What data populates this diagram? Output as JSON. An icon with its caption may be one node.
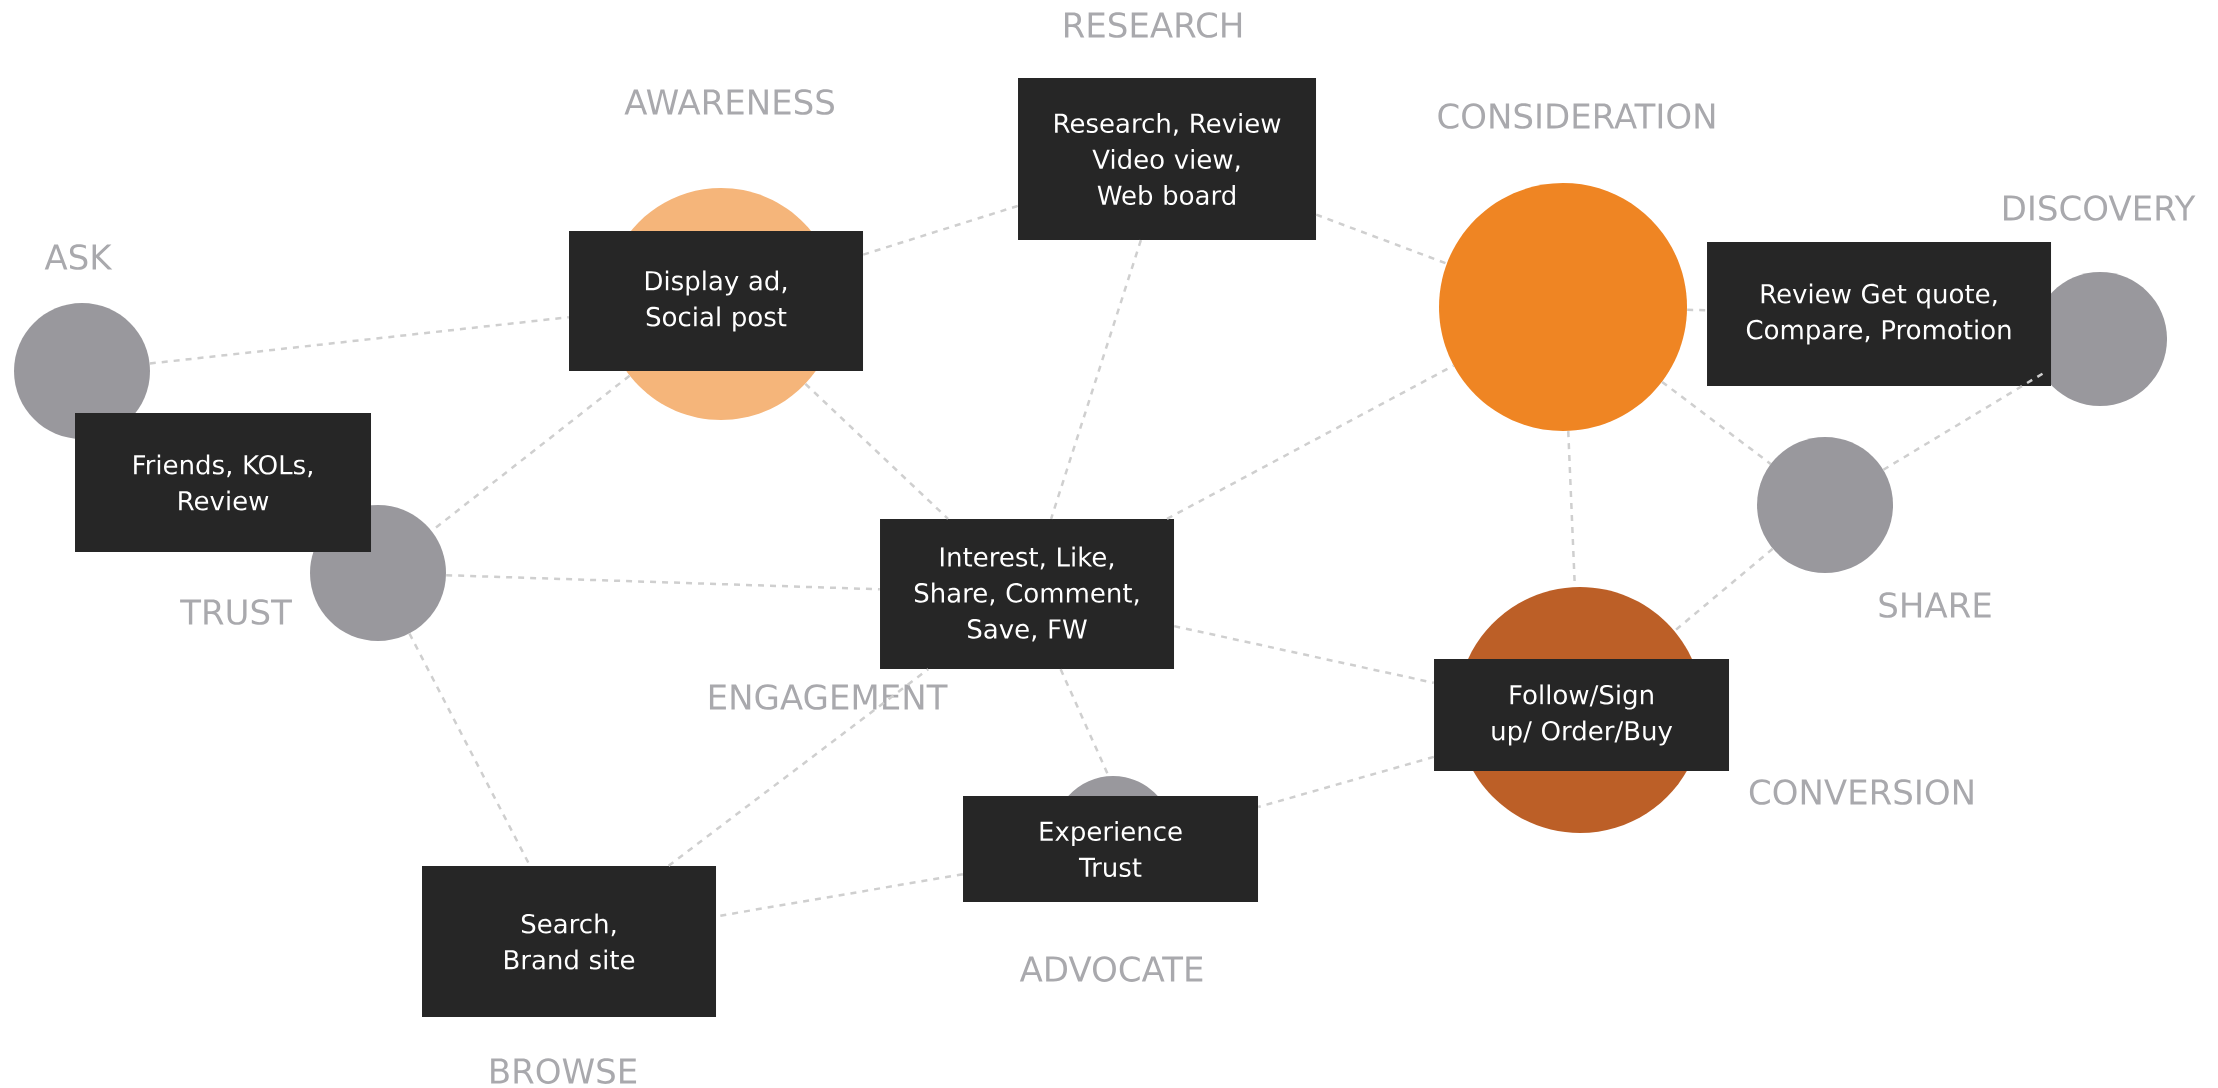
{
  "diagram": {
    "nodes": [
      {
        "text": [
          "RESEARCH",
          "Research, Review Video view, Web board"
        ]
      },
      {
        "text": [
          "AWARENESS"
        ]
      },
      {
        "text": [
          "CONSIDERATION"
        ]
      },
      {
        "text": [
          "DISCOVERY"
        ]
      },
      {
        "text": [
          "ASK"
        ]
      },
      {
        "text": [
          "Display ad, Social post"
        ]
      },
      {
        "text": [
          "Review Get quote, Compare, Promotion"
        ]
      },
      {
        "text": [
          "Friends, KOLs, Review"
        ]
      },
      {
        "text": [
          "SHARE"
        ]
      },
      {
        "text": [
          "TRUST"
        ]
      },
      {
        "text": [
          "Interest, Like, Share, Comment, Save, FW",
          "ENGAGEMENT"
        ]
      },
      {
        "text": [
          "Follow/Sign up/ Order/Buy"
        ]
      },
      {
        "text": [
          "CONVERSION"
        ]
      },
      {
        "text": [
          "Experience Trust",
          "ADVOCATE"
        ]
      },
      {
        "text": [],
        "shape": "circle"
      },
      {
        "text": [
          "Search, Brand site",
          "BROWSE"
        ]
      }
    ],
    "edges": [
      {
        "from": 4,
        "to": 5,
        "arrow": "none",
        "style": "dashed"
      },
      {
        "from": 5,
        "to": 0,
        "arrow": "none",
        "style": "dashed"
      },
      {
        "from": 0,
        "to": 2,
        "arrow": "none",
        "style": "dashed"
      },
      {
        "from": 0,
        "to": 10,
        "arrow": "none",
        "style": "dashed"
      },
      {
        "from": 1,
        "to": 10,
        "arrow": "none",
        "style": "dashed"
      },
      {
        "from": 1,
        "to": 9,
        "arrow": "none",
        "style": "dashed"
      },
      {
        "from": 9,
        "to": 10,
        "arrow": "none",
        "style": "dashed"
      },
      {
        "from": 9,
        "to": 15,
        "arrow": "none",
        "style": "dashed"
      },
      {
        "from": 10,
        "to": 2,
        "arrow": "none",
        "style": "dashed"
      },
      {
        "from": 2,
        "to": 6,
        "arrow": "none",
        "style": "dashed"
      },
      {
        "from": 2,
        "to": 8,
        "arrow": "none",
        "style": "dashed"
      },
      {
        "from": 3,
        "to": 8,
        "arrow": "none",
        "style": "dashed"
      },
      {
        "from": 2,
        "to": 12,
        "arrow": "none",
        "style": "dashed"
      },
      {
        "from": 8,
        "to": 12,
        "arrow": "none",
        "style": "dashed"
      },
      {
        "from": 10,
        "to": 11,
        "arrow": "none",
        "style": "dashed"
      },
      {
        "from": 10,
        "to": 14,
        "arrow": "none",
        "style": "dashed"
      },
      {
        "from": 11,
        "to": 13,
        "arrow": "none",
        "style": "dashed"
      },
      {
        "from": 13,
        "to": 15,
        "arrow": "none",
        "style": "dashed"
      },
      {
        "from": 15,
        "to": 10,
        "arrow": "none",
        "style": "dashed"
      }
    ]
  }
}
